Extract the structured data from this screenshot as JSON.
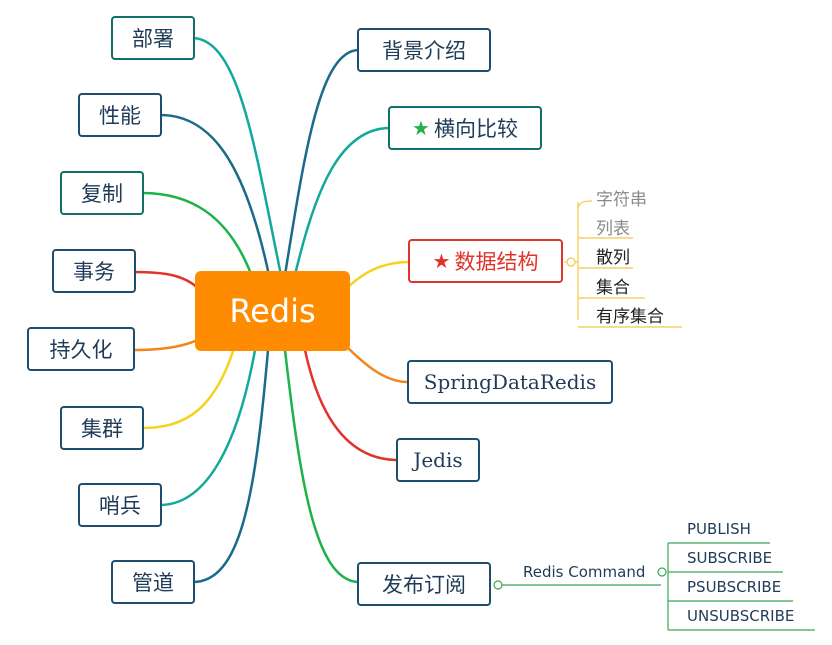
{
  "root": {
    "label": "Redis"
  },
  "left_nodes": [
    {
      "label": "部署"
    },
    {
      "label": "性能"
    },
    {
      "label": "复制"
    },
    {
      "label": "事务"
    },
    {
      "label": "持久化"
    },
    {
      "label": "集群"
    },
    {
      "label": "哨兵"
    },
    {
      "label": "管道"
    }
  ],
  "right_nodes": {
    "background": {
      "label": "背景介绍"
    },
    "compare": {
      "label": "横向比较",
      "icon": "star-icon",
      "icon_color": "#22b14c"
    },
    "datastructs": {
      "label": "数据结构",
      "icon": "star-icon",
      "icon_color": "#e0342a"
    },
    "springdata": {
      "label": "SpringDataRedis"
    },
    "jedis": {
      "label": "Jedis"
    },
    "pubsub": {
      "label": "发布订阅"
    }
  },
  "datastruct_children": [
    "字符串",
    "列表",
    "散列",
    "集合",
    "有序集合"
  ],
  "pubsub_edge_label": "Redis Command",
  "pubsub_children": [
    "PUBLISH",
    "SUBSCRIBE",
    "PSUBSCRIBE",
    "UNSUBSCRIBE"
  ],
  "colors": {
    "root": "#ff8c00",
    "node_border": "#1f4d6e",
    "highlight": "#e0342a",
    "leaf_line": "#f2c84b",
    "command_line": "#3aa655"
  }
}
